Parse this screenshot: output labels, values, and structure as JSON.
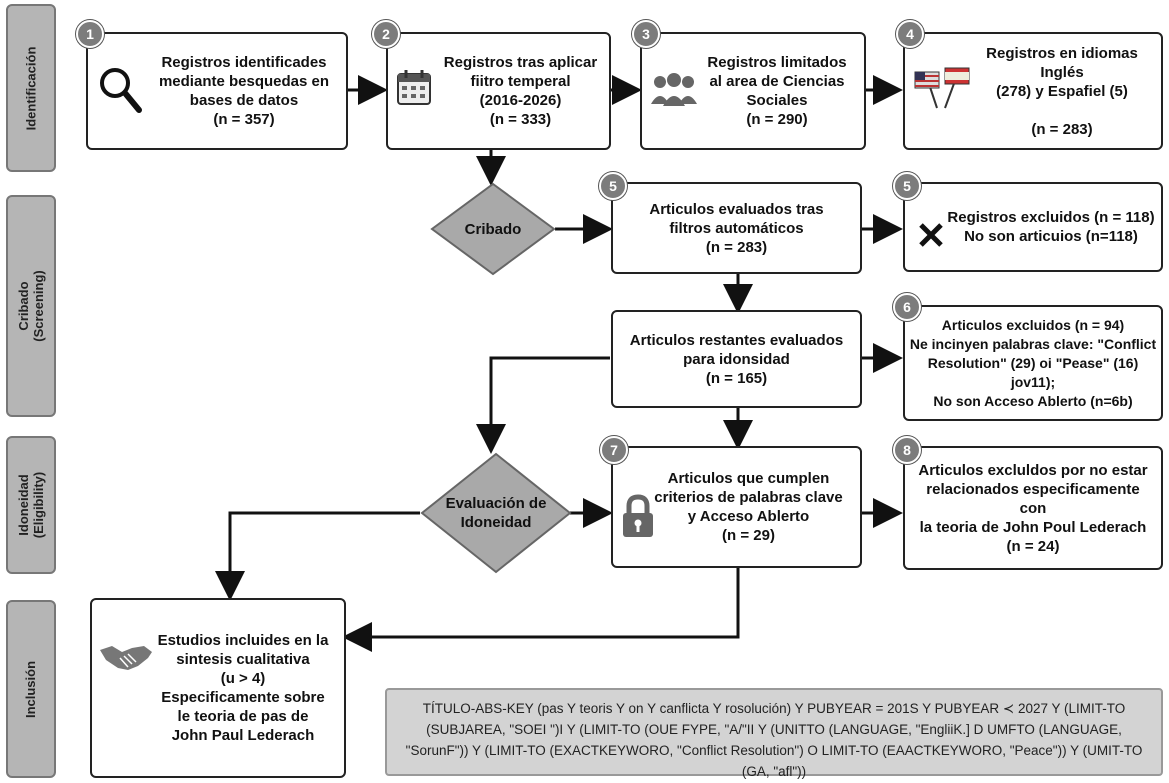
{
  "phases": {
    "identification": "Identificación",
    "screening": "Cribado\n(Screening)",
    "eligibility": "Idoneidad\n(Eligibility)",
    "inclusion": "Inclusión"
  },
  "boxes": {
    "b1": {
      "num": "1",
      "text": "Registros identificades\nmediante besquedas en\nbases de datos\n(n = 357)"
    },
    "b2": {
      "num": "2",
      "text": "Registros tras aplicar\nfiitro temperal\n(2016-2026)\n(n = 333)"
    },
    "b3": {
      "num": "3",
      "text": "Registros limitados\nal area de Ciencias\nSociales\n(n = 290)"
    },
    "b4": {
      "num": "4",
      "text": "Registros en idiomas Inglés\n(278) y Espafiel (5)\n\n(n = 283)"
    },
    "b5": {
      "num": "5",
      "text": "Articulos evaluados tras\nfiltros automáticos\n(n = 283)"
    },
    "b5x": {
      "num": "5",
      "text": "Registros excluidos (n = 118)\nNo son articuios (n=118)"
    },
    "b6mid": {
      "text": "Articulos restantes evaluados\npara idonsidad\n(n = 165)"
    },
    "b6": {
      "num": "6",
      "text": "Articulos excluidos (n = 94)\nNe incinyen palabras clave: \"Conflict\nResolution\" (29) oi \"Pease\" (16) jov11);\nNo son Acceso Ablerto (n=6b)"
    },
    "b7": {
      "num": "7",
      "text": "Articulos que cumplen\ncriterios de palabras clave\ny Acceso Ablerto\n(n = 29)"
    },
    "b8": {
      "num": "8",
      "text": "Articulos excluldos por no estar\nrelacionados especificamente con\nla teoria de John Poul Lederach\n(n = 24)"
    },
    "b9": {
      "text": "Estudios incluides en la\nsintesis cualitativa\n(u > 4)\nEspecificamente sobre\nle teoria de pas de\nJohn Paul Lederach"
    }
  },
  "diamonds": {
    "screening": "Cribado",
    "eligibility": "Evaluación de\nIdoneidad"
  },
  "query": "TÍTULO-ABS-KEY (pas Y teoris Y on Y canflicta Y rosolución) Y PUBYEAR = 201S Y PUBYEAR ≺ 2027 Y (LIMIT-TO (SUBJAREA, \"SOEI \")I Y (LIMIT-TO (OUE FYPE, \"A/\"II Y (UNITTO (LANGUAGE, \"EngliiK.] D UMFTO (LANGUAGE, \"SorunF\")) Y (LIMIT-TO (EXACTKEYWORO, \"Conflict Resolution\") O LIMIT-TO (EAACTKEYWORO, \"Peace\")) Y (UMIT-TO (GA, \"afl\"))",
  "colors": {
    "badge": "#7c7c7c",
    "diamond": "#a9a9a9",
    "phase": "#b5b5b5",
    "query": "#d3d3d3"
  }
}
